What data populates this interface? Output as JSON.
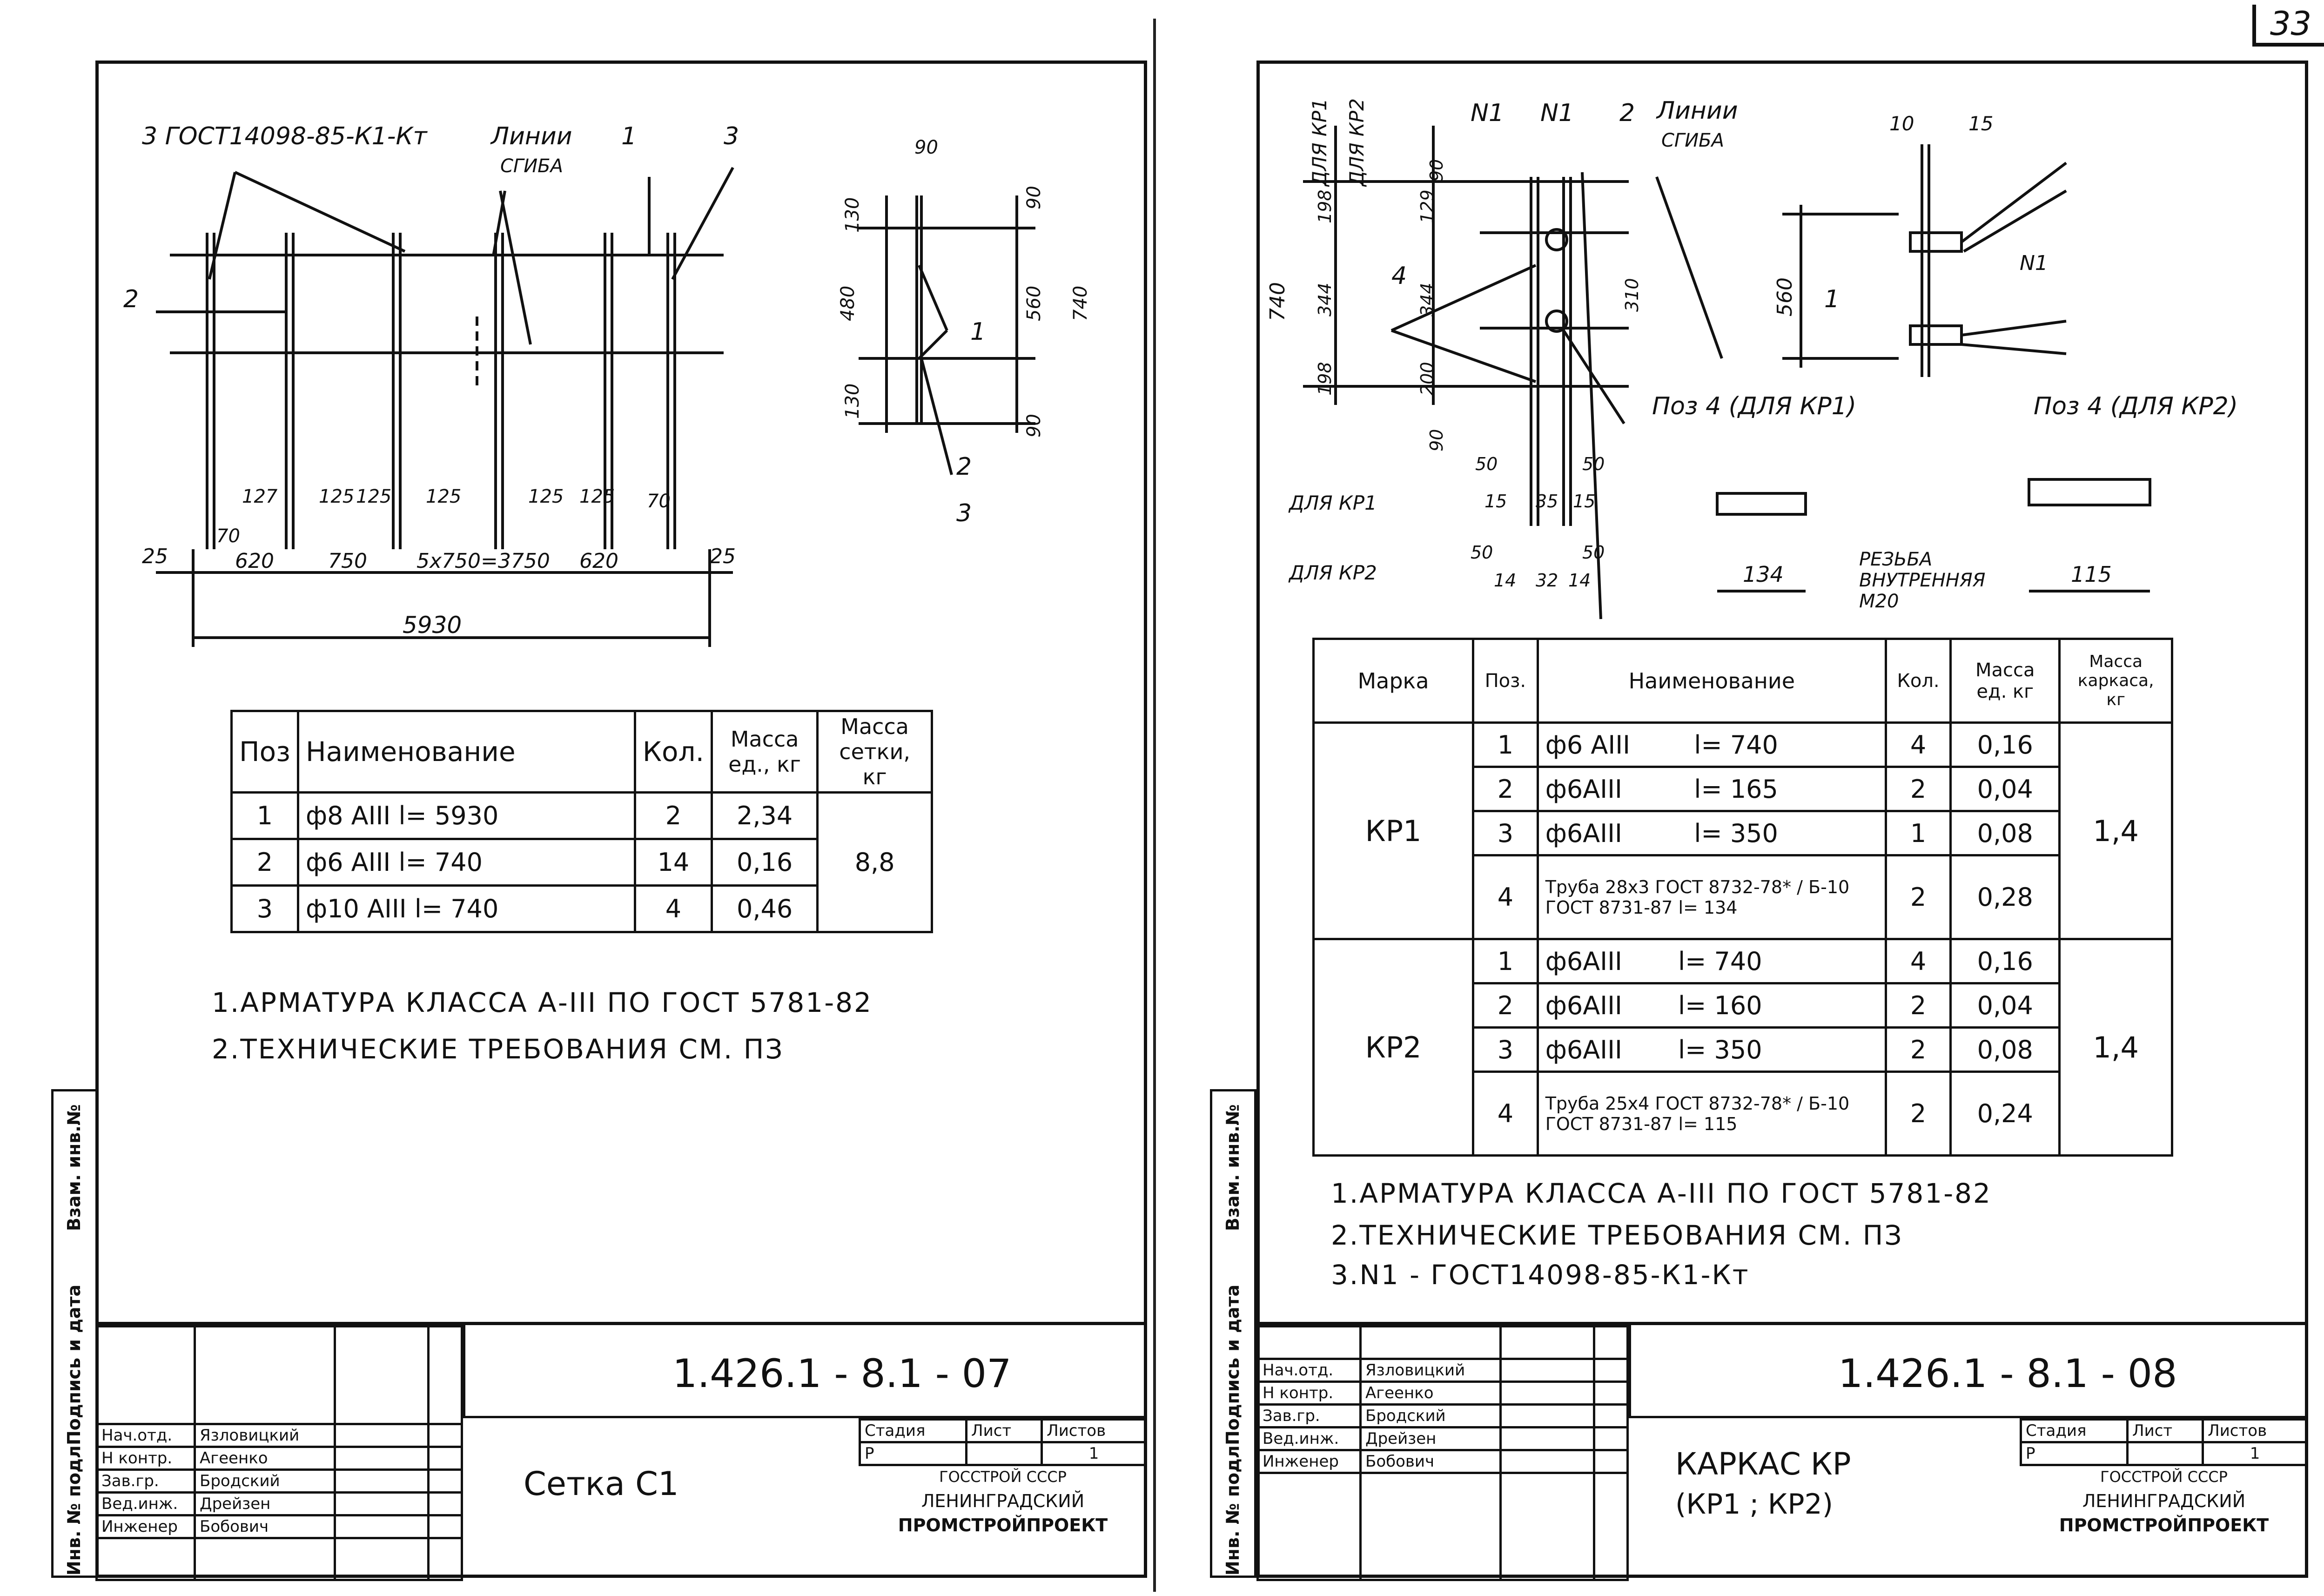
{
  "page_number": "33",
  "left": {
    "drawing": {
      "callout_3": "3 ГОСТ14098-85-К1-Кт",
      "bend_label_1": "Линии",
      "bend_label_2": "СГИБА",
      "pos_1": "1",
      "pos_2": "2",
      "pos_3": "3",
      "dims": [
        "25",
        "70",
        "620",
        "750",
        "5x750=3750",
        "620",
        "70",
        "25",
        "127",
        "125",
        "125",
        "125",
        "125",
        "125",
        "5930"
      ],
      "section_dims": [
        "90",
        "130",
        "480",
        "130",
        "90",
        "560",
        "740",
        "90",
        "1",
        "2",
        "3"
      ]
    },
    "table": {
      "headers": [
        "Поз",
        "Наименование",
        "Кол.",
        "Масса ед., кг",
        "Масса сетки, кг"
      ],
      "rows": [
        [
          "1",
          "ф8 АIII   l= 5930",
          "2",
          "2,34"
        ],
        [
          "2",
          "ф6 АIII   l= 740",
          "14",
          "0,16"
        ],
        [
          "3",
          "ф10 АIII   l= 740",
          "4",
          "0,46"
        ]
      ],
      "total": "8,8"
    },
    "notes": [
      "1.АРМАТУРА КЛАССА А-III ПО ГОСТ 5781-82",
      "2.ТЕХНИЧЕСКИЕ ТРЕБОВАНИЯ СМ. ПЗ"
    ],
    "stamp": {
      "roles": [
        "Нач.отд.",
        "Н контр.",
        "Зав.гр.",
        "Вед.инж.",
        "Инженер"
      ],
      "names": [
        "Язловицкий",
        "Агеенко",
        "Бродский",
        "Дрейзен",
        "Бобович"
      ],
      "doc_number": "1.426.1 - 8.1 - 07",
      "title": "Сетка С1",
      "stage_headers": [
        "Стадия",
        "Лист",
        "Листов"
      ],
      "stage_values": [
        "Р",
        "",
        "1"
      ],
      "org": [
        "ГОССТРОЙ СССР",
        "ЛЕНИНГРАДСКИЙ",
        "ПРОМСТРОЙПРОЕКТ"
      ]
    },
    "side_labels": [
      "Взам. инв.№",
      "Подпись и дата",
      "Инв. № подл."
    ]
  },
  "right": {
    "drawing": {
      "for_kp1": "ДЛЯ КР1",
      "for_kp2": "ДЛЯ КР2",
      "n1_a": "N1",
      "n1_b": "N1",
      "pos_2": "2",
      "bend_label_1": "Линии",
      "bend_label_2": "СГИБА",
      "pos_4": "4",
      "pos_1": "1",
      "n1_c": "N1",
      "pos4_kp1": "Поз 4 (ДЛЯ КР1)",
      "pos4_kp2": "Поз 4 (ДЛЯ КР2)",
      "thread_1": "РЕЗЬБА",
      "thread_2": "ВНУТРЕННЯЯ",
      "thread_3": "М20",
      "dim_134": "134",
      "dim_115": "115",
      "dims": [
        "90",
        "198",
        "344",
        "198",
        "740",
        "129",
        "344",
        "200",
        "90",
        "310",
        "560",
        "10",
        "15",
        "50",
        "15",
        "35",
        "15",
        "50",
        "50",
        "14",
        "32",
        "14",
        "50"
      ]
    },
    "table": {
      "headers": [
        "Марка",
        "Поз.",
        "Наименование",
        "Кол.",
        "Масса ед. кг",
        "Масса каркаса, кг"
      ],
      "groups": [
        {
          "mark": "КР1",
          "total": "1,4",
          "rows": [
            [
              "1",
              "ф6 АIII        l= 740",
              "4",
              "0,16"
            ],
            [
              "2",
              "ф6АIII         l= 165",
              "2",
              "0,04"
            ],
            [
              "3",
              "ф6АIII         l= 350",
              "1",
              "0,08"
            ],
            [
              "4",
              "Труба 28х3 ГОСТ 8732-78* / Б-10 ГОСТ 8731-87  l= 134",
              "2",
              "0,28"
            ]
          ]
        },
        {
          "mark": "КР2",
          "total": "1,4",
          "rows": [
            [
              "1",
              "ф6АIII       l= 740",
              "4",
              "0,16"
            ],
            [
              "2",
              "ф6АIII       l= 160",
              "2",
              "0,04"
            ],
            [
              "3",
              "ф6АIII       l= 350",
              "2",
              "0,08"
            ],
            [
              "4",
              "Труба 25х4 ГОСТ 8732-78* / Б-10 ГОСТ 8731-87  l= 115",
              "2",
              "0,24"
            ]
          ]
        }
      ]
    },
    "notes": [
      "1.АРМАТУРА КЛАССА А-III ПО ГОСТ 5781-82",
      "2.ТЕХНИЧЕСКИЕ ТРЕБОВАНИЯ СМ. ПЗ",
      "3.N1 - ГОСТ14098-85-К1-Кт"
    ],
    "stamp": {
      "roles": [
        "Нач.отд.",
        "Н контр.",
        "Зав.гр.",
        "Вед.инж.",
        "Инженер"
      ],
      "names": [
        "Язловицкий",
        "Агеенко",
        "Бродский",
        "Дрейзен",
        "Бобович"
      ],
      "doc_number": "1.426.1 - 8.1 - 08",
      "title_1": "КАРКАС КР",
      "title_2": "(КР1 ; КР2)",
      "stage_headers": [
        "Стадия",
        "Лист",
        "Листов"
      ],
      "stage_values": [
        "Р",
        "",
        "1"
      ],
      "org": [
        "ГОССТРОЙ СССР",
        "ЛЕНИНГРАДСКИЙ",
        "ПРОМСТРОЙПРОЕКТ"
      ]
    },
    "side_labels": [
      "Взам. инв.№",
      "Подпись и дата",
      "Инв. № подл."
    ]
  }
}
